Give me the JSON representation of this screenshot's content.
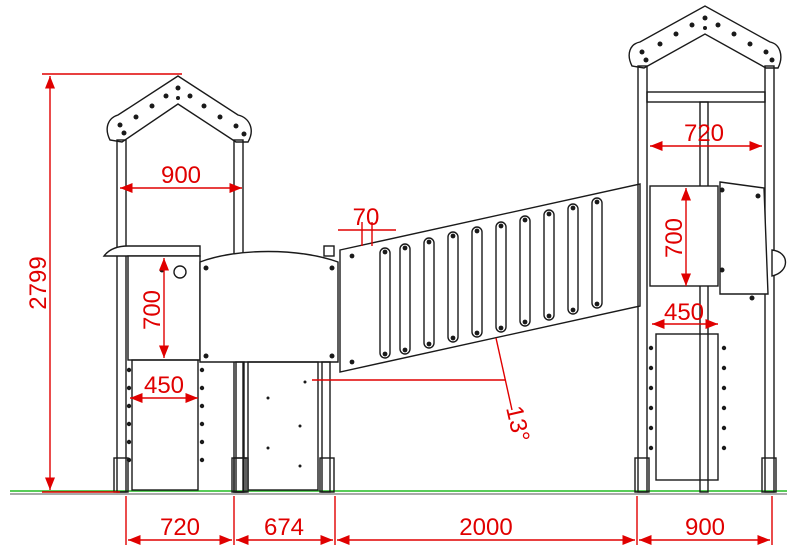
{
  "colors": {
    "dimension": "#e00000",
    "outline": "#1a1a1a",
    "ground": "#22bb22",
    "background": "#ffffff"
  },
  "dimensions": {
    "total_height": "2799",
    "left_tower_inner_width": "900",
    "left_panel_height": "700",
    "left_opening_width": "450",
    "ladder_step_spacing": "70",
    "incline_angle": "13°",
    "right_tower_inner_width": "720",
    "right_panel_height": "700",
    "right_opening_width": "450",
    "bottom_left_tower": "720",
    "bottom_middle_platform": "674",
    "bottom_span": "2000",
    "bottom_right_tower": "900"
  }
}
